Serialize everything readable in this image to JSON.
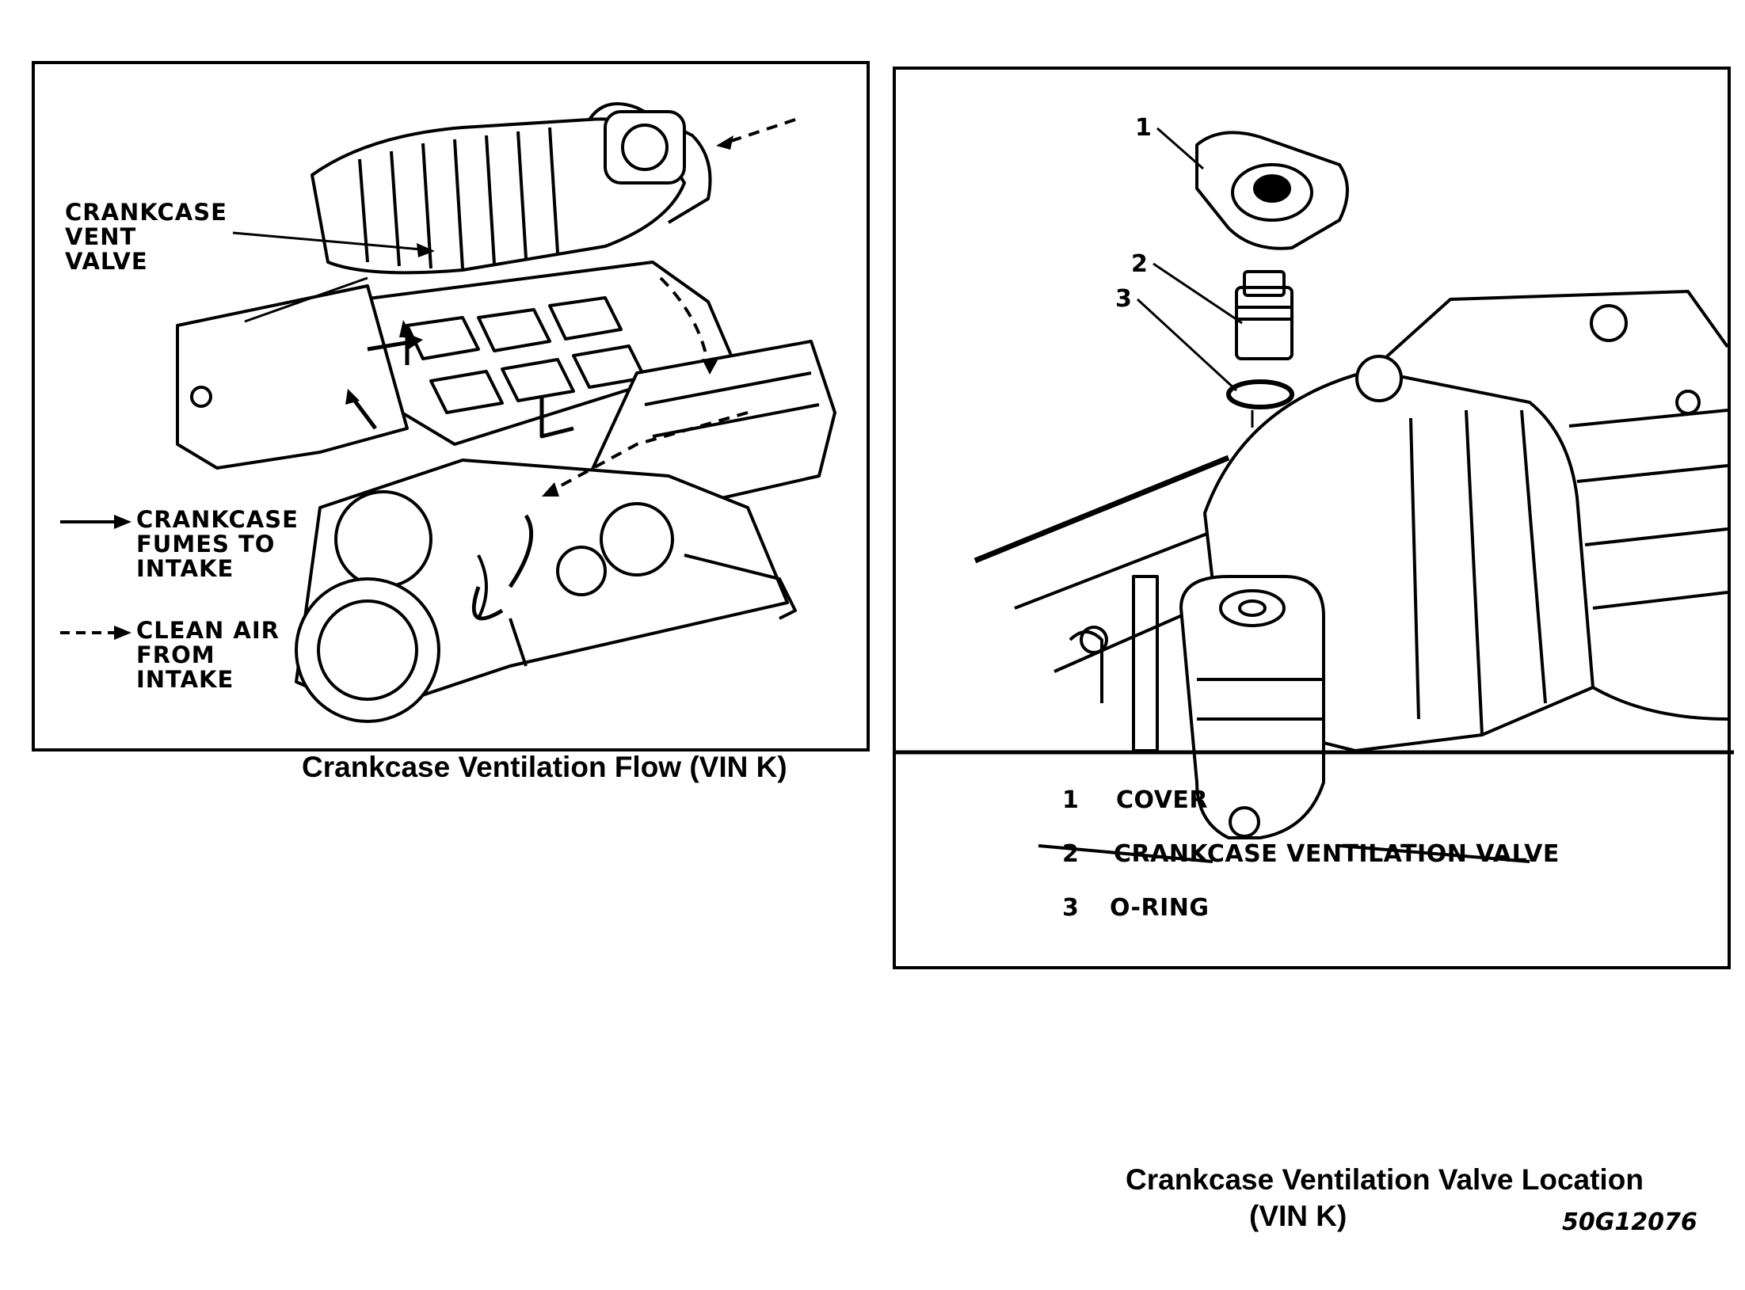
{
  "left_panel": {
    "callout_vent_valve": [
      "CRANKCASE",
      "VENT",
      "VALVE"
    ],
    "legend_fumes": [
      "CRANKCASE",
      "FUMES TO",
      "INTAKE"
    ],
    "legend_clean_air": [
      "CLEAN AIR",
      "FROM",
      "INTAKE"
    ],
    "caption": "Crankcase Ventilation Flow  (VIN K)"
  },
  "right_panel": {
    "callout_numbers": [
      "1",
      "2",
      "3"
    ],
    "legend": [
      {
        "num": "1",
        "label": "COVER"
      },
      {
        "num": "2",
        "label": "CRANKCASE VENTILATION VALVE"
      },
      {
        "num": "3",
        "label": "O-RING"
      }
    ],
    "caption_line1": "Crankcase Ventilation Valve Location",
    "caption_line2": "(VIN K)",
    "part_number": "50G12076"
  }
}
